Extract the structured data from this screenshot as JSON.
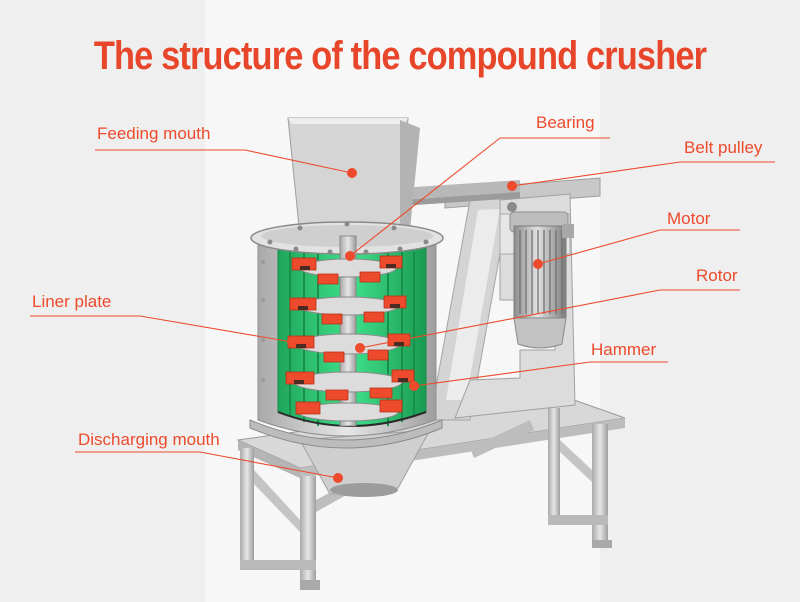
{
  "title": "The structure of the compound crusher",
  "labels": {
    "feeding_mouth": "Feeding mouth",
    "bearing": "Bearing",
    "belt_pulley": "Belt pulley",
    "motor": "Motor",
    "liner_plate": "Liner plate",
    "rotor": "Rotor",
    "hammer": "Hammer",
    "discharging_mouth": "Discharging mouth"
  },
  "colors": {
    "accent": "#ee4a2c",
    "liner": "#2fd07a",
    "hammer": "#ee4a2c",
    "steel": "#c9c9c9"
  }
}
